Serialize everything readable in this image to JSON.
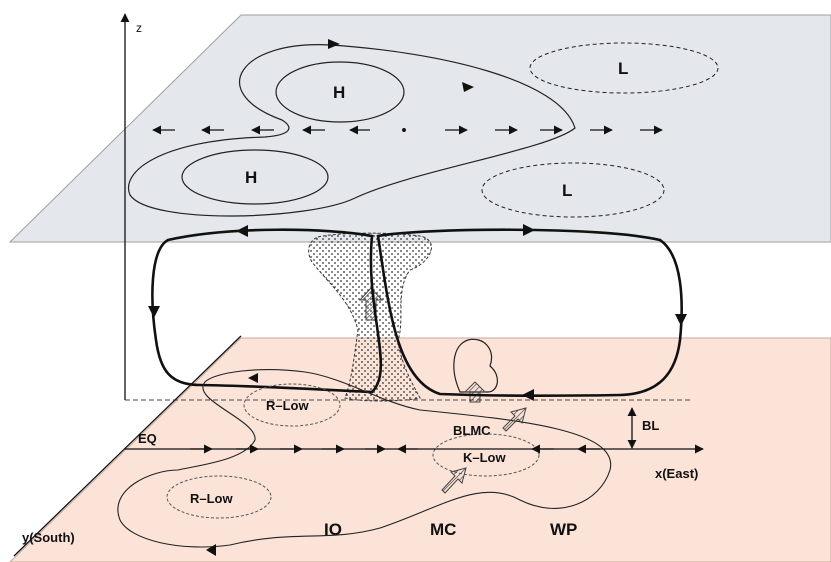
{
  "colors": {
    "upper_plane": "#e4e7eb",
    "lower_plane": "#fbe3d8",
    "ink": "#111111",
    "hatch": "#555555"
  },
  "axes": {
    "z": "z",
    "x": "x(East)",
    "y": "y(South)",
    "eq": "EQ",
    "bl": "BL"
  },
  "upper_level": {
    "high_a": "H",
    "high_b": "H",
    "low_a": "L",
    "low_b": "L"
  },
  "lower_level": {
    "r_low_north": "R–Low",
    "r_low_south": "R–Low",
    "blmc": "BLMC",
    "k_low": "K–Low"
  },
  "regions": [
    "IO",
    "MC",
    "WP"
  ]
}
